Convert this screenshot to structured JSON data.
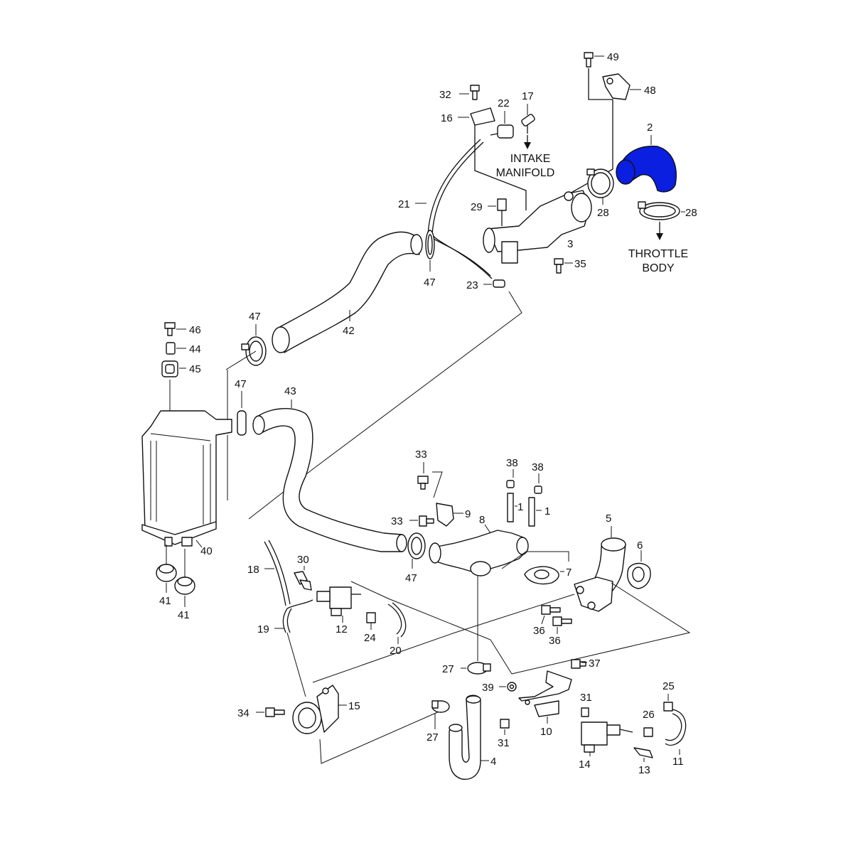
{
  "highlight_color": "#0a1fe0",
  "callouts": {
    "p1a": "1",
    "p1b": "1",
    "p2": "2",
    "p3": "3",
    "p4": "4",
    "p5": "5",
    "p6": "6",
    "p7": "7",
    "p8": "8",
    "p9": "9",
    "p10": "10",
    "p11": "11",
    "p12": "12",
    "p13": "13",
    "p14": "14",
    "p15": "15",
    "p16": "16",
    "p17": "17",
    "p18": "18",
    "p19": "19",
    "p20": "20",
    "p21": "21",
    "p22": "22",
    "p23": "23",
    "p24": "24",
    "p25": "25",
    "p26": "26",
    "p27a": "27",
    "p27b": "27",
    "p28a": "28",
    "p28b": "28",
    "p29": "29",
    "p30": "30",
    "p31a": "31",
    "p31b": "31",
    "p32": "32",
    "p33a": "33",
    "p33b": "33",
    "p34": "34",
    "p35": "35",
    "p36a": "36",
    "p36b": "36",
    "p37": "37",
    "p38a": "38",
    "p38b": "38",
    "p39": "39",
    "p40": "40",
    "p41a": "41",
    "p41b": "41",
    "p42": "42",
    "p43": "43",
    "p44": "44",
    "p45": "45",
    "p46": "46",
    "p47a": "47",
    "p47b": "47",
    "p47c": "47",
    "p47d": "47",
    "p48": "48",
    "p49": "49"
  },
  "notes": {
    "intake_line1": "INTAKE",
    "intake_line2": "MANIFOLD",
    "throttle_line1": "THROTTLE",
    "throttle_line2": "BODY"
  }
}
